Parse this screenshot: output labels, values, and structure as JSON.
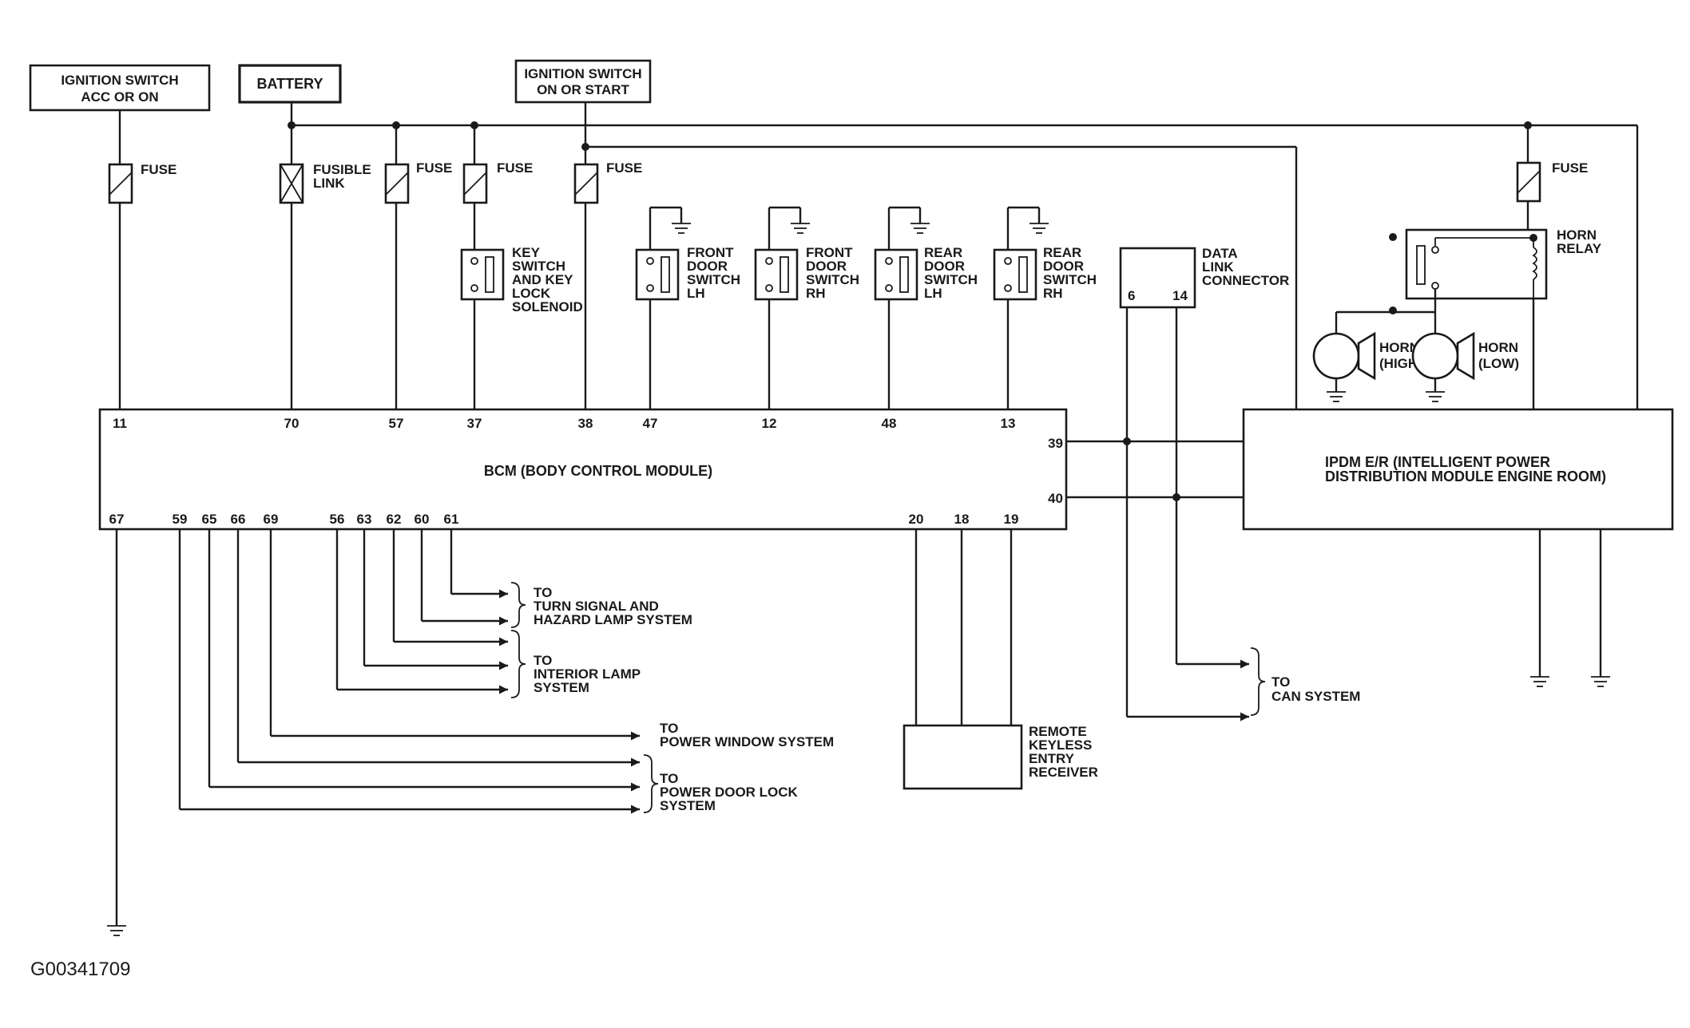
{
  "sources": {
    "ign_acc": [
      "IGNITION SWITCH",
      "ACC OR ON"
    ],
    "battery": "BATTERY",
    "ign_on": [
      "IGNITION SWITCH",
      "ON OR START"
    ]
  },
  "fuse": "FUSE",
  "fusible_link": [
    "FUSIBLE",
    "LINK"
  ],
  "key_switch": [
    "KEY",
    "SWITCH",
    "AND KEY",
    "LOCK",
    "SOLENOID"
  ],
  "door_switches": {
    "front_lh": [
      "FRONT",
      "DOOR",
      "SWITCH",
      "LH"
    ],
    "front_rh": [
      "FRONT",
      "DOOR",
      "SWITCH",
      "RH"
    ],
    "rear_lh": [
      "REAR",
      "DOOR",
      "SWITCH",
      "LH"
    ],
    "rear_rh": [
      "REAR",
      "DOOR",
      "SWITCH",
      "RH"
    ]
  },
  "data_link": {
    "label": [
      "DATA",
      "LINK",
      "CONNECTOR"
    ],
    "pins": [
      "6",
      "14"
    ]
  },
  "horn_relay": [
    "HORN",
    "RELAY"
  ],
  "horn_high": [
    "HORN",
    "(HIGH)"
  ],
  "horn_low": [
    "HORN",
    "(LOW)"
  ],
  "bcm": {
    "label": "BCM (BODY CONTROL MODULE)",
    "top_pins": [
      "11",
      "70",
      "57",
      "37",
      "38",
      "47",
      "12",
      "48",
      "13"
    ],
    "right_pins": [
      "39",
      "40"
    ],
    "bottom_pins": [
      "67",
      "59",
      "65",
      "66",
      "69",
      "56",
      "63",
      "62",
      "60",
      "61",
      "20",
      "18",
      "19"
    ]
  },
  "ipdm": [
    "IPDM E/R (INTELLIGENT POWER",
    "DISTRIBUTION MODULE ENGINE ROOM)"
  ],
  "destinations": {
    "turn_signal": [
      "TO",
      "TURN SIGNAL AND",
      "HAZARD LAMP SYSTEM"
    ],
    "interior_lamp": [
      "TO",
      "INTERIOR LAMP",
      "SYSTEM"
    ],
    "power_window": [
      "TO",
      "POWER WINDOW SYSTEM"
    ],
    "power_door_lock": [
      "TO",
      "POWER DOOR LOCK",
      "SYSTEM"
    ],
    "can_system": [
      "TO",
      "CAN SYSTEM"
    ]
  },
  "remote_keyless": [
    "REMOTE",
    "KEYLESS",
    "ENTRY",
    "RECEIVER"
  ],
  "diagram_code": "G00341709"
}
